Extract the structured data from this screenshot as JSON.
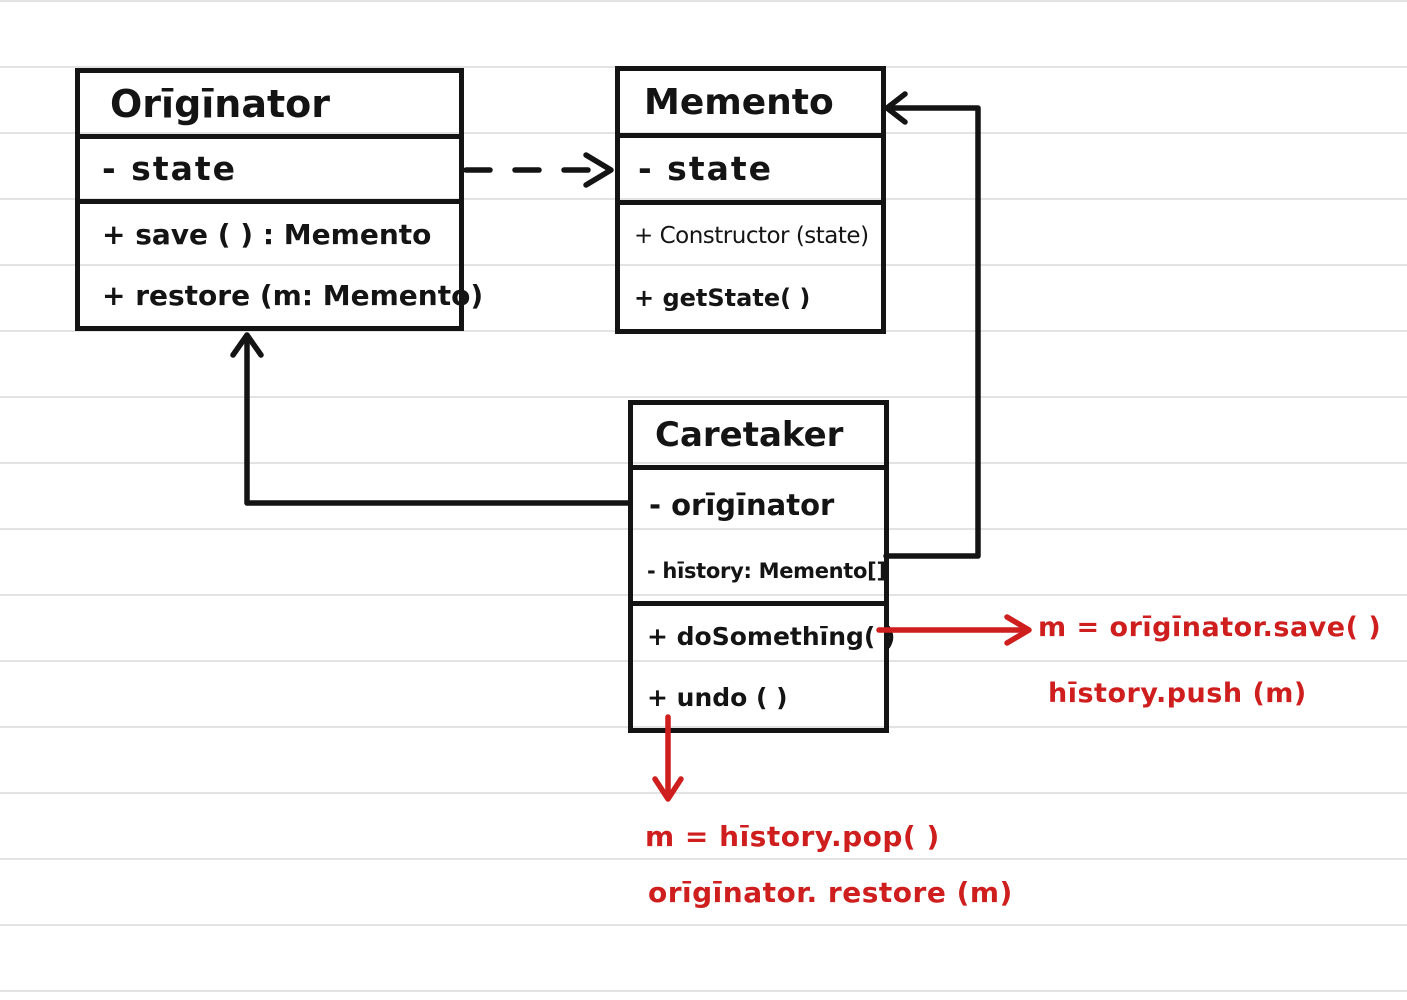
{
  "classes": {
    "originator": {
      "name": "Orīgīnator",
      "attributes": [
        "- state"
      ],
      "methods": [
        "+ save ( ) : Memento",
        "+ restore (m:  Memento)"
      ]
    },
    "memento": {
      "name": "Memento",
      "attributes": [
        "- state"
      ],
      "methods": [
        "+ Constructor (state)",
        "+ getState( )"
      ]
    },
    "caretaker": {
      "name": "Caretaker",
      "attributes": [
        "- orīgīnator",
        "- hīstory: Memento[]"
      ],
      "methods": [
        "+ doSomethīng( )",
        "+ undo ( )"
      ]
    }
  },
  "annotations": {
    "save_note": {
      "line1": "m = orīgīnator.save( )",
      "line2": "hīstory.push (m)"
    },
    "undo_note": {
      "line1": "m = hīstory.pop( )",
      "line2": "orīgīnator. restore (m)"
    }
  },
  "colors": {
    "ink": "#141414",
    "annotation_red": "#ce1e1e",
    "ruled_line": "#e3e3e3",
    "paper": "#ffffff"
  }
}
